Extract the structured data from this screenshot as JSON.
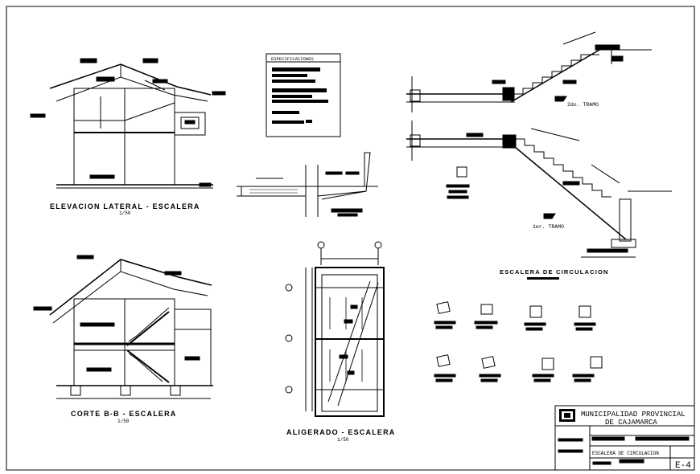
{
  "drawings": {
    "elevation": {
      "title": "ELEVACION LATERAL - ESCALERA",
      "scale": "1/50"
    },
    "section": {
      "title": "CORTE B-B - ESCALERA",
      "scale": "1/50"
    },
    "plan": {
      "title": "ALIGERADO - ESCALERA",
      "scale": "1/50"
    },
    "stair": {
      "title": "ESCALERA DE CIRCULACION",
      "flight2": "2do. TRAMO",
      "flight1": "1er. TRAMO"
    }
  },
  "specs": {
    "heading": "ESPECIFICACIONES"
  },
  "title_block": {
    "org_line1": "MUNICIPALIDAD PROVINCIAL",
    "org_line2": "DE CAJAMARCA",
    "sheet_name": "ESCALERA DE CIRCULACION",
    "sheet_number": "E-4"
  },
  "colors": {
    "ink": "#000000",
    "paper": "#ffffff"
  }
}
